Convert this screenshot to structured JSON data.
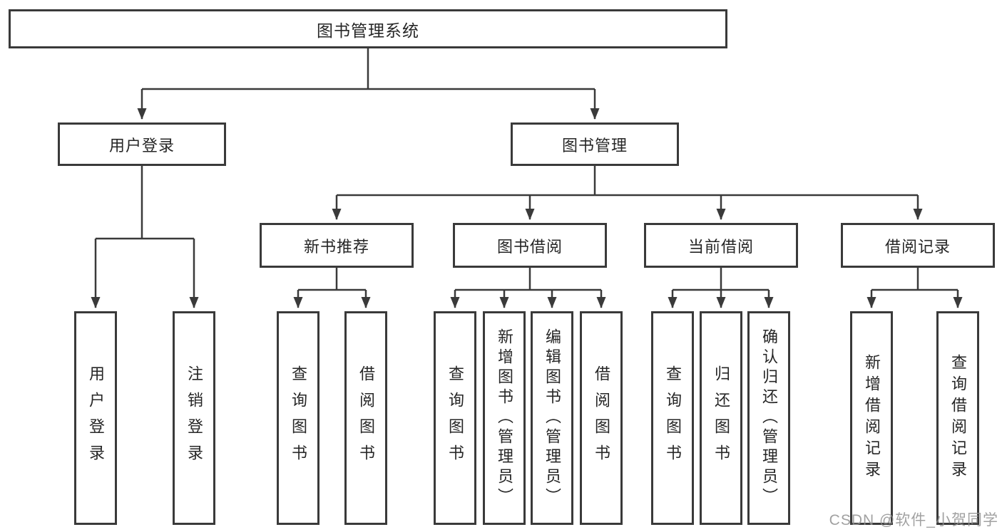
{
  "diagram_type": "hierarchy",
  "tree": {
    "label": "图书管理系统",
    "children": [
      {
        "label": "用户登录",
        "children": [
          {
            "label": "用户登录"
          },
          {
            "label": "注销登录"
          }
        ]
      },
      {
        "label": "图书管理",
        "children": [
          {
            "label": "新书推荐",
            "children": [
              {
                "label": "查询图书"
              },
              {
                "label": "借阅图书"
              }
            ]
          },
          {
            "label": "图书借阅",
            "children": [
              {
                "label": "查询图书"
              },
              {
                "label": "新增图书（管理员）"
              },
              {
                "label": "编辑图书（管理员）"
              },
              {
                "label": "借阅图书"
              }
            ]
          },
          {
            "label": "当前借阅",
            "children": [
              {
                "label": "查询图书"
              },
              {
                "label": "归还图书"
              },
              {
                "label": "确认归还（管理员）"
              }
            ]
          },
          {
            "label": "借阅记录",
            "children": [
              {
                "label": "新增借阅记录"
              },
              {
                "label": "查询借阅记录"
              }
            ]
          }
        ]
      }
    ]
  },
  "watermark": {
    "text": "CSDN @软件_小贺同学"
  },
  "colors": {
    "line": "#3a3a3a",
    "box_border": "#3a3a3a",
    "box_fill": "#ffffff",
    "text": "#262626",
    "watermark": "#919191"
  }
}
